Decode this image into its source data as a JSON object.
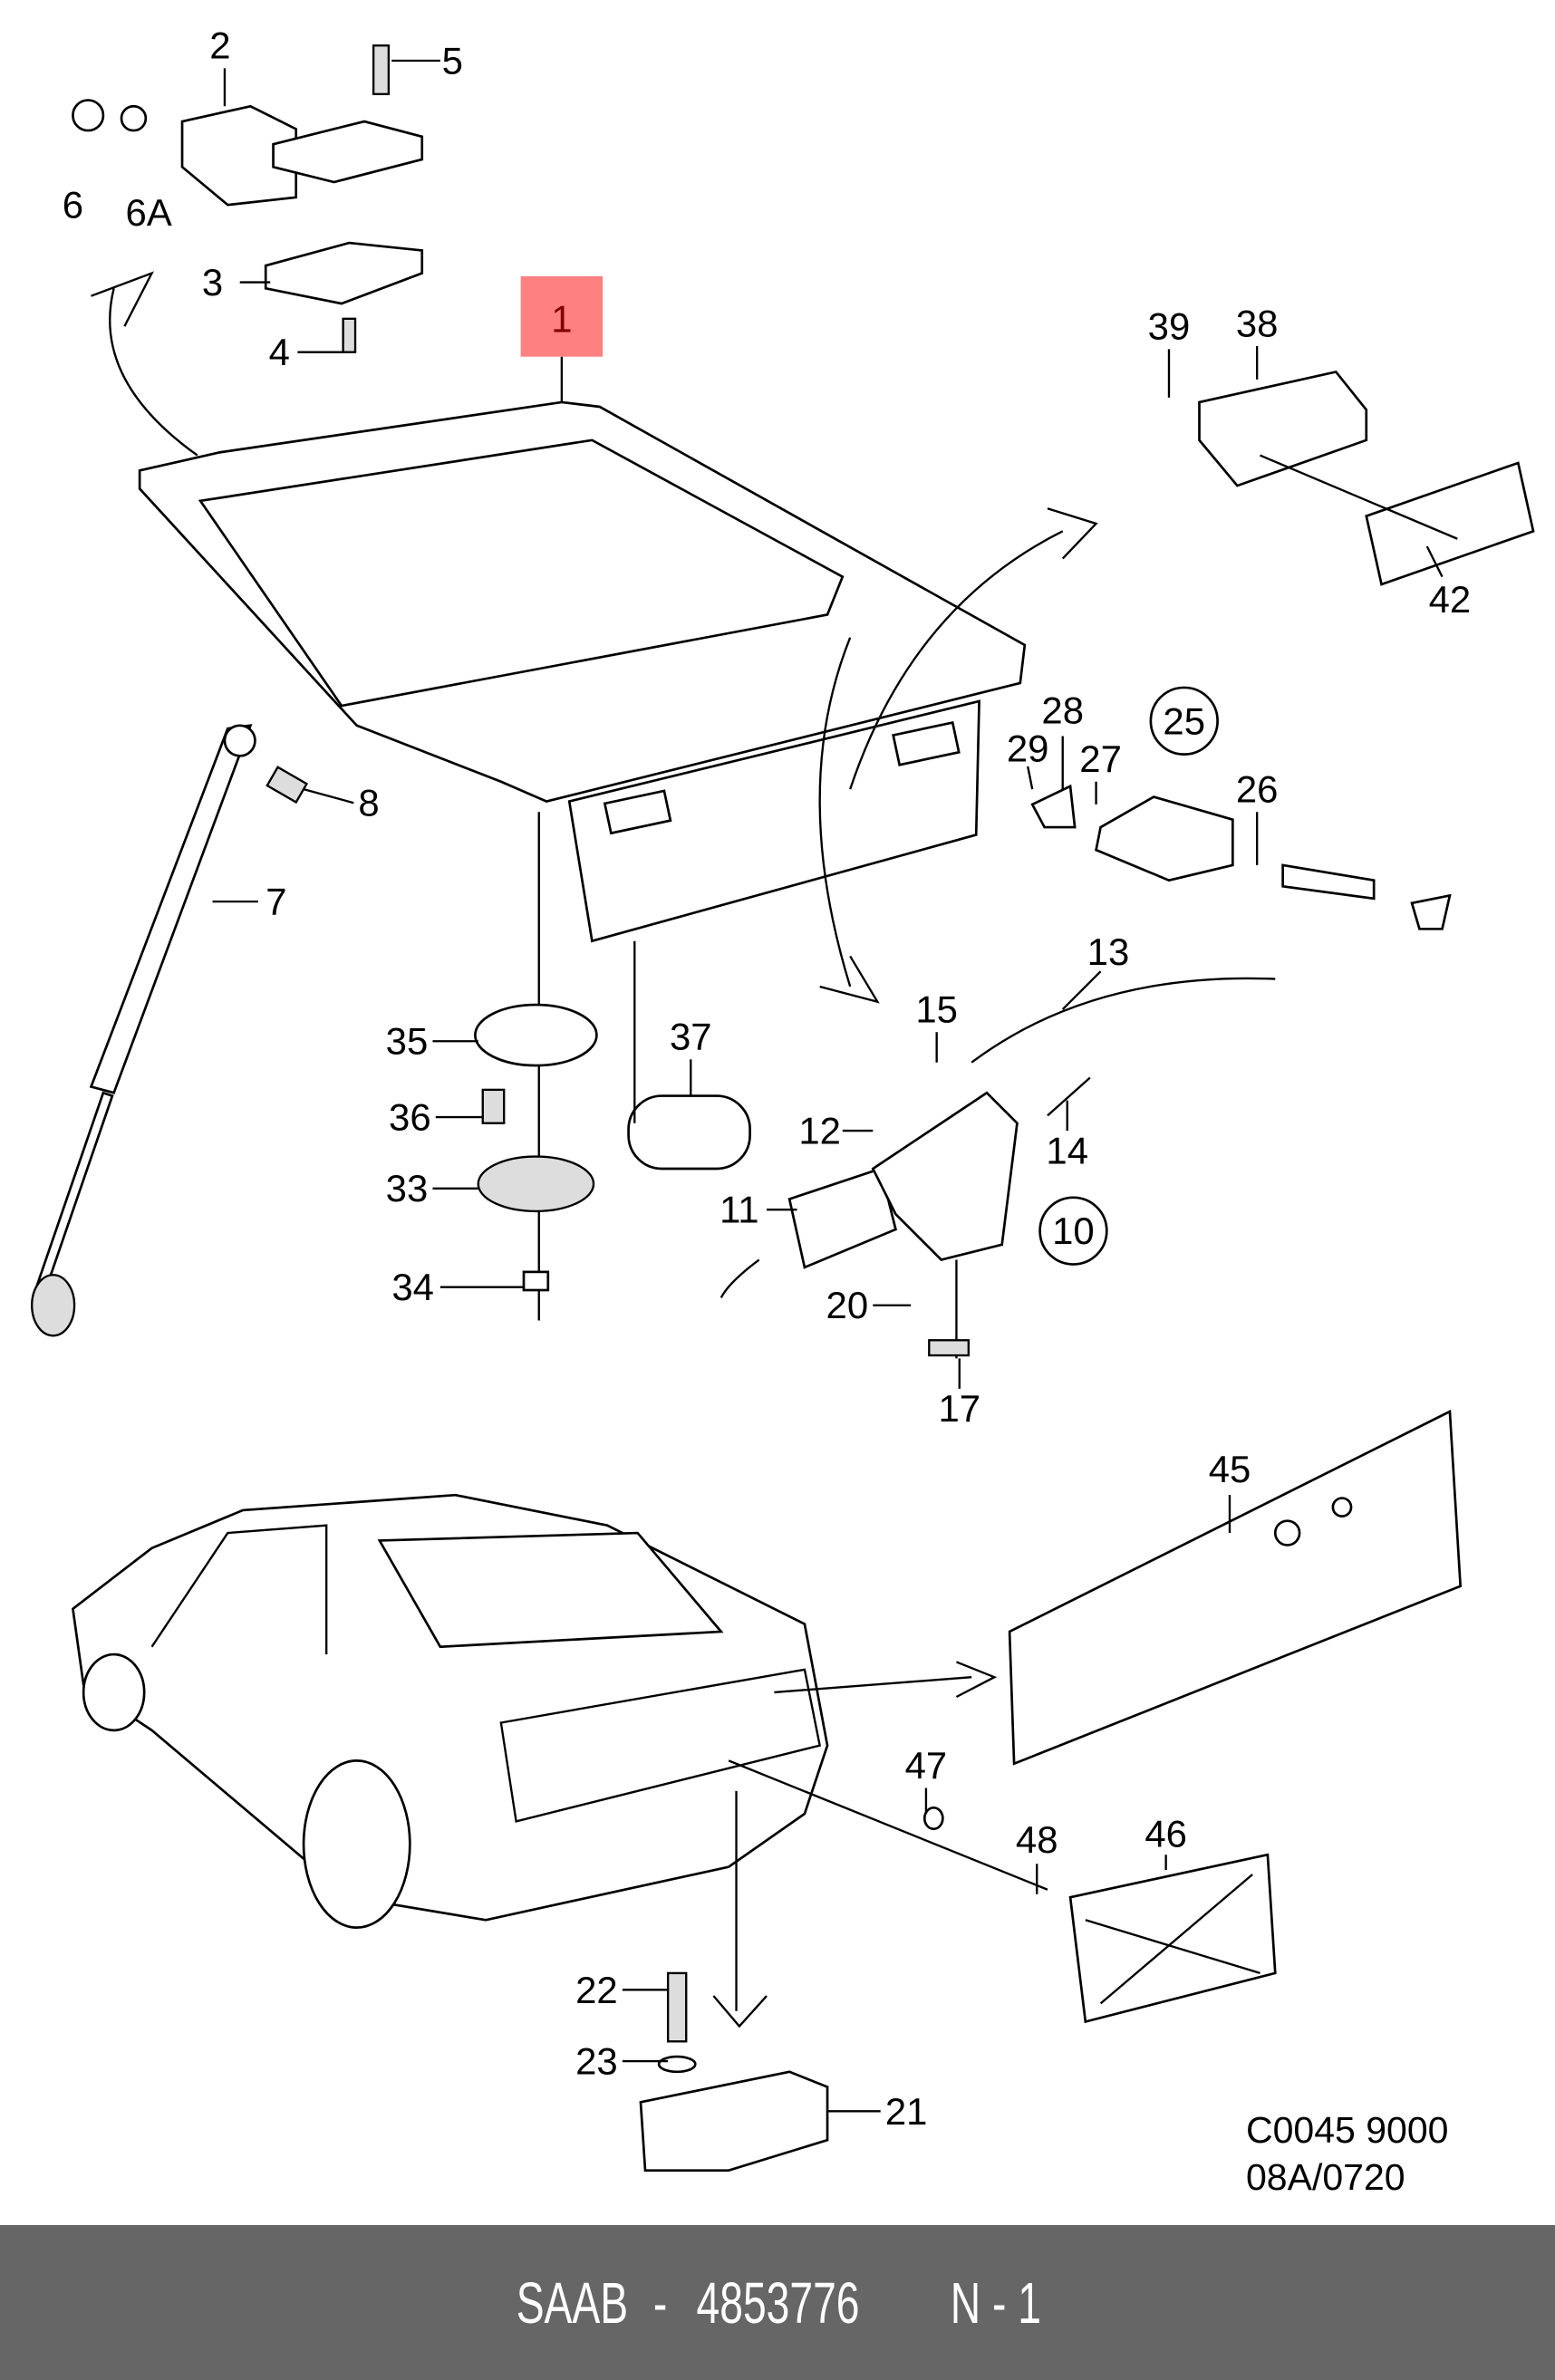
{
  "diagram": {
    "highlight_color": "#ff8080",
    "highlight_text_color": "#800000",
    "highlighted_part": "1",
    "callouts": [
      "2",
      "5",
      "6",
      "6A",
      "3",
      "4",
      "39",
      "38",
      "42",
      "28",
      "29",
      "27",
      "26",
      "8",
      "7",
      "13",
      "15",
      "35",
      "37",
      "36",
      "12",
      "14",
      "33",
      "11",
      "34",
      "20",
      "17",
      "45",
      "47",
      "48",
      "46",
      "22",
      "23",
      "21"
    ],
    "circled_callouts": [
      "25",
      "10"
    ],
    "drawing_code": [
      "C0045 9000",
      "08A/0720"
    ]
  },
  "footer": {
    "brand": "SAAB",
    "separator": "-",
    "part_number": "4853776",
    "position": "N - 1",
    "background": "#666666"
  }
}
